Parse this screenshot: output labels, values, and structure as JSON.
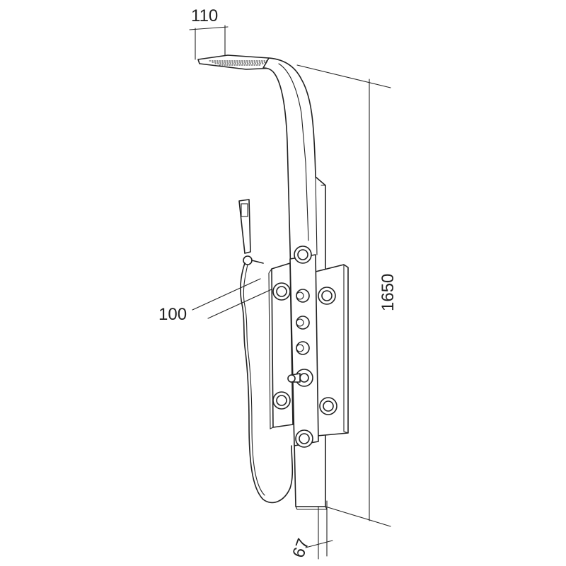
{
  "dimensions": {
    "head_depth": "110",
    "total_height": "1650",
    "hand_shower_offset": "100",
    "panel_depth": "67"
  }
}
